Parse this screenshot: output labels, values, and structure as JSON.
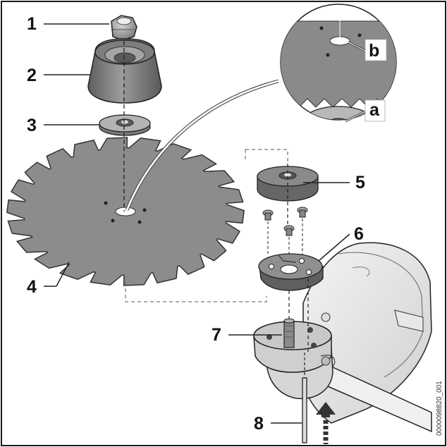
{
  "diagram": {
    "part_labels": [
      "1",
      "2",
      "3",
      "4",
      "5",
      "6",
      "7",
      "8"
    ],
    "detail_labels": [
      "a",
      "b"
    ],
    "image_code": "0000098820_001"
  },
  "colors": {
    "part_dark": "#6e6e6e",
    "part_mid": "#8c8c8c",
    "part_light": "#c4c4c4",
    "outline": "#222222",
    "frame": "#1a1a1a"
  }
}
